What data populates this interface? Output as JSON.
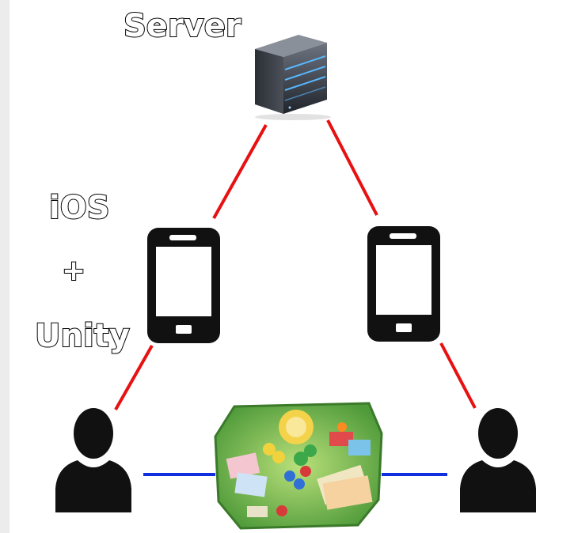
{
  "diagram": {
    "server_label": "Server",
    "platform_label_line1": "iOS",
    "platform_label_line2": "+",
    "platform_label_line3": "Unity",
    "icons": [
      "server-icon",
      "phone-icon",
      "user-icon",
      "board-game-image"
    ],
    "colors": {
      "server_link": "#e81010",
      "local_link": "#1030e0",
      "icon": "#111111"
    }
  }
}
